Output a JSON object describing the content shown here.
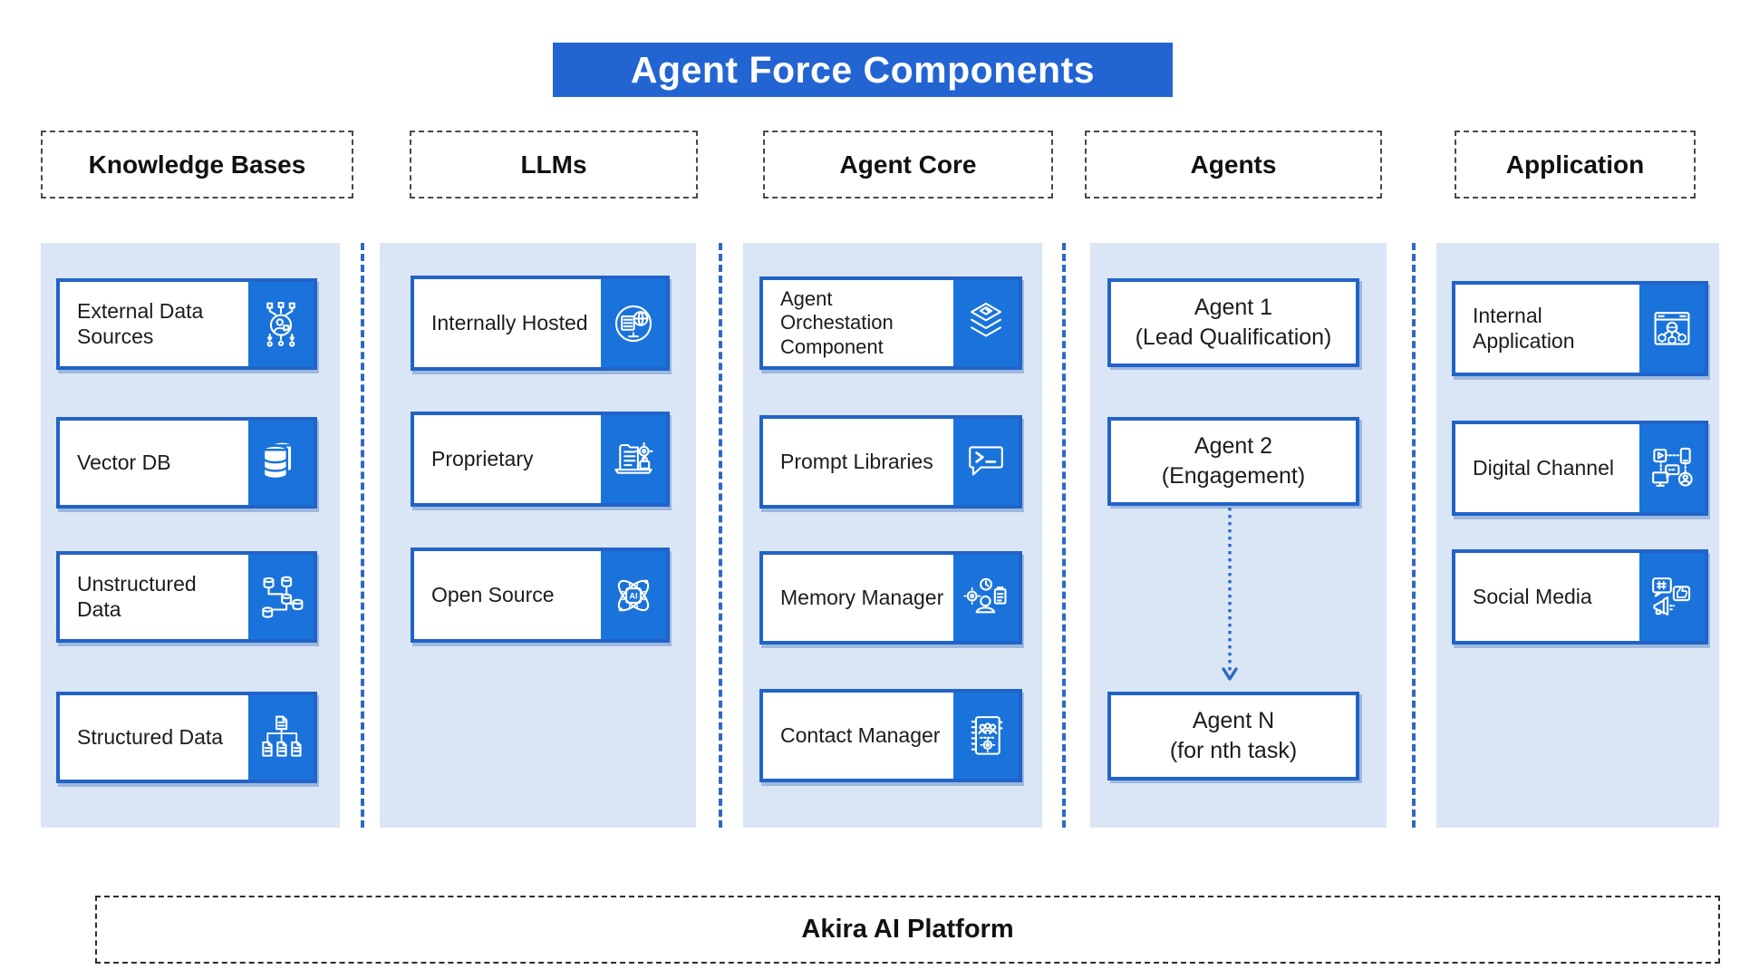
{
  "title": "Agent Force Components",
  "platform_bar": "Akira AI Platform",
  "colors": {
    "title_bg": "#2264d2",
    "panel_bg": "#dae6f6",
    "card_border": "#2163c8",
    "icon_tile": "#1a73da",
    "separator": "#2e68c5"
  },
  "columns": [
    {
      "header": "Knowledge Bases",
      "items": [
        {
          "label": "External Data Sources",
          "icon": "external-data-sources-icon"
        },
        {
          "label": "Vector DB",
          "icon": "vector-db-icon"
        },
        {
          "label": "Unstructured Data",
          "icon": "unstructured-data-icon"
        },
        {
          "label": "Structured Data",
          "icon": "structured-data-icon"
        }
      ]
    },
    {
      "header": "LLMs",
      "items": [
        {
          "label": "Internally Hosted",
          "icon": "internally-hosted-icon"
        },
        {
          "label": "Proprietary",
          "icon": "proprietary-icon"
        },
        {
          "label": "Open Source",
          "icon": "open-source-icon"
        }
      ]
    },
    {
      "header": "Agent Core",
      "items": [
        {
          "label": "Agent Orchestation Component",
          "icon": "agent-orchestration-icon"
        },
        {
          "label": "Prompt Libraries",
          "icon": "prompt-libraries-icon"
        },
        {
          "label": "Memory Manager",
          "icon": "memory-manager-icon"
        },
        {
          "label": "Contact Manager",
          "icon": "contact-manager-icon"
        }
      ]
    },
    {
      "header": "Agents",
      "items": [
        {
          "title": "Agent 1",
          "subtitle": "(Lead Qualification)"
        },
        {
          "title": "Agent 2",
          "subtitle": "(Engagement)"
        },
        {
          "title": "Agent N",
          "subtitle": "(for nth task)"
        }
      ]
    },
    {
      "header": "Application",
      "items": [
        {
          "label": "Internal Application",
          "icon": "internal-application-icon"
        },
        {
          "label": "Digital Channel",
          "icon": "digital-channel-icon"
        },
        {
          "label": "Social Media",
          "icon": "social-media-icon"
        }
      ]
    }
  ]
}
